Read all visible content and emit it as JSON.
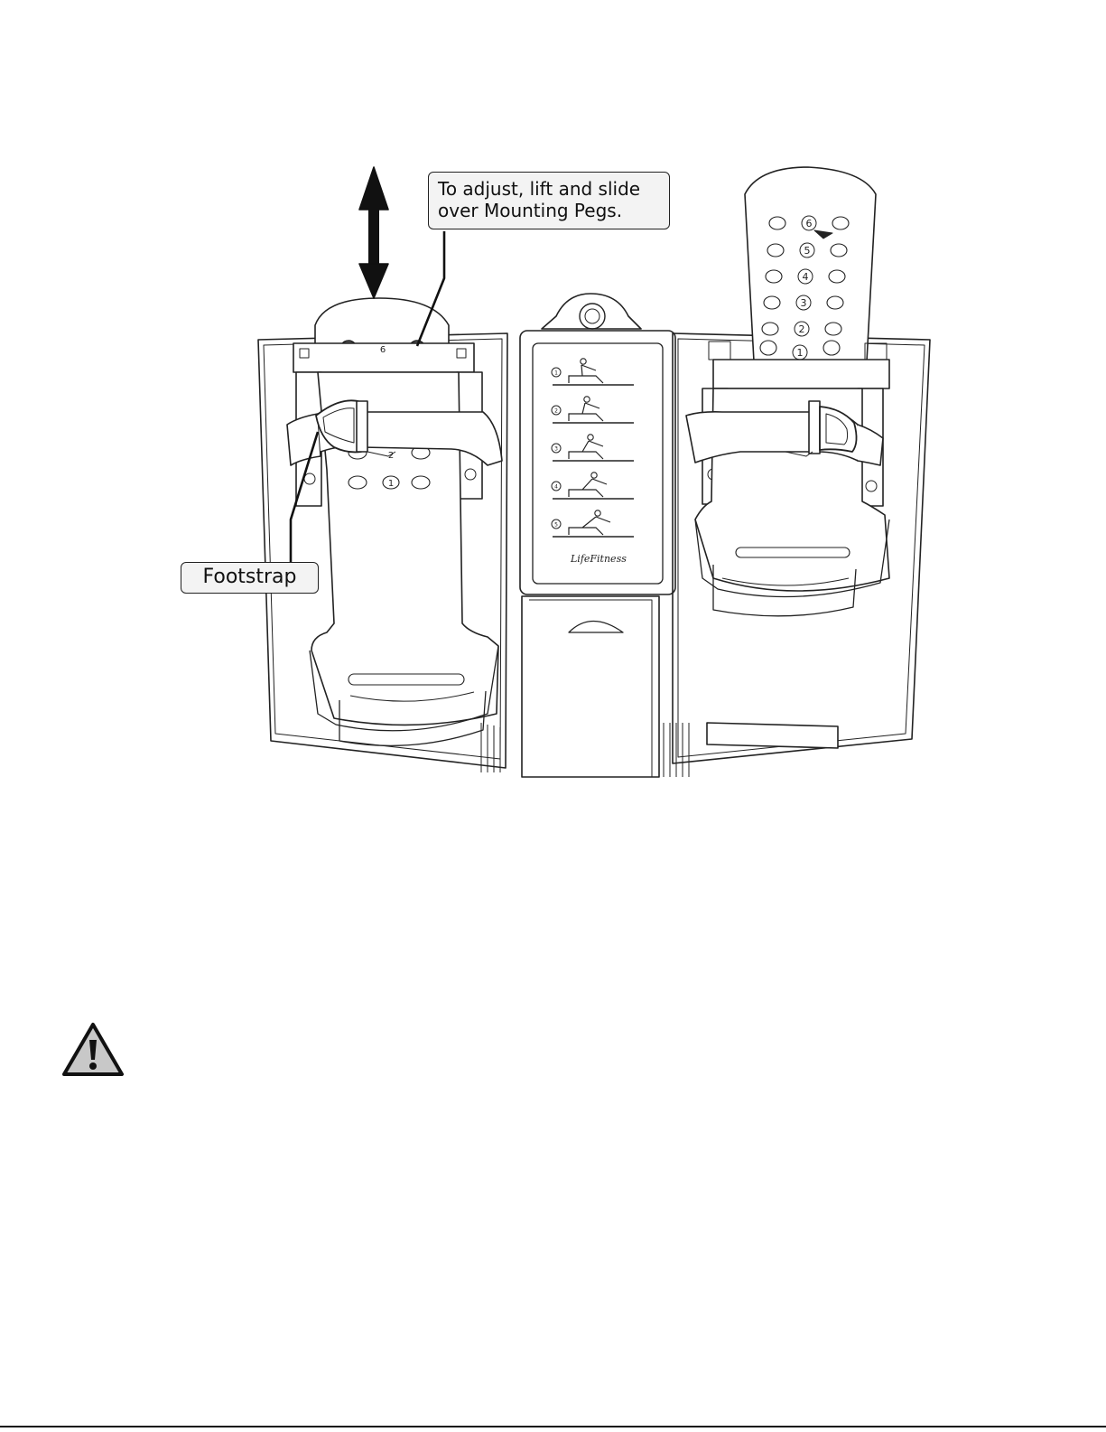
{
  "callouts": {
    "adjust": "To adjust, lift and slide\nover Mounting Pegs.",
    "footstrap": "Footstrap"
  },
  "footplate": {
    "left_visible_numbers": [
      "6",
      "2",
      "1"
    ],
    "right_numbers": [
      "6",
      "5",
      "4",
      "3",
      "2",
      "1"
    ]
  },
  "console": {
    "positions": [
      "1",
      "2",
      "3",
      "4",
      "5"
    ],
    "brand": "LifeFitness"
  },
  "colors": {
    "line": "#222222",
    "callout_fill": "#f3f3f3",
    "peg_fill": "#555555",
    "warning_fill": "#c8c8c8"
  },
  "icons": {
    "arrow": "double-arrow-icon",
    "warning": "warning-triangle-icon"
  }
}
